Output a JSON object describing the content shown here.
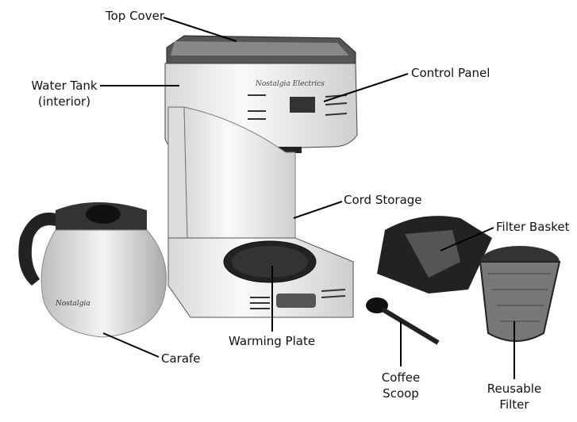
{
  "labels": {
    "top_cover": "Top Cover",
    "water_tank": "Water Tank",
    "water_tank_sub": "(interior)",
    "control_panel": "Control Panel",
    "cord_storage": "Cord Storage",
    "filter_basket": "Filter Basket",
    "carafe": "Carafe",
    "warming_plate": "Warming Plate",
    "coffee_scoop_1": "Coffee",
    "coffee_scoop_2": "Scoop",
    "reusable_filter_1": "Reusable",
    "reusable_filter_2": "Filter"
  },
  "branding": {
    "logo": "Nostalgia Electrics",
    "carafe_logo": "Nostalgia"
  }
}
